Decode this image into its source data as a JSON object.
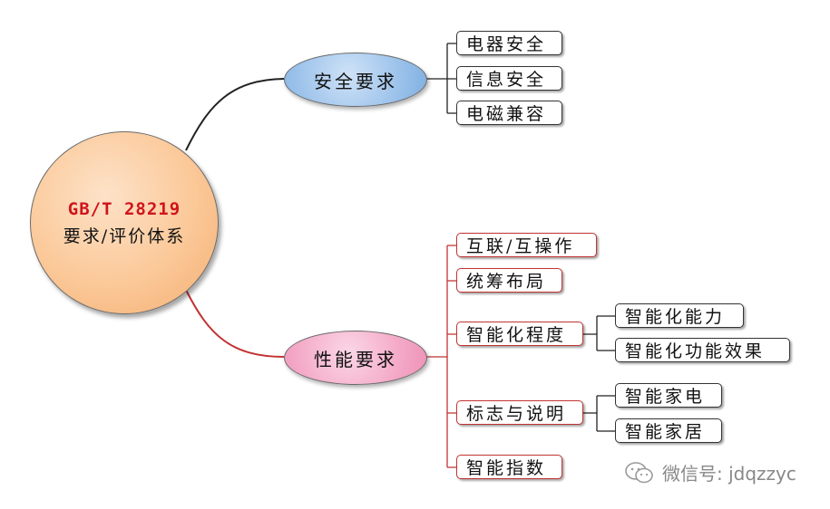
{
  "root": {
    "line1": "GB/T 28219",
    "line2": "要求/评价体系"
  },
  "branches": {
    "safety": {
      "label": "安全要求",
      "items": [
        "电器安全",
        "信息安全",
        "电磁兼容"
      ]
    },
    "performance": {
      "label": "性能要求",
      "items": [
        "互联/互操作",
        "统筹布局",
        "智能化程度",
        "标志与说明",
        "智能指数"
      ],
      "sub": {
        "intelligence_level": [
          "智能化能力",
          "智能化功能效果"
        ],
        "marking": [
          "智能家电",
          "智能家居"
        ]
      }
    }
  },
  "watermark": "微信号: jdqzzyc",
  "colors": {
    "root_text": "#d0141b",
    "safety_fill": "#9dc3eb",
    "perf_fill": "#f4aac8",
    "perf_line": "#c23232",
    "safety_line": "#222222"
  }
}
